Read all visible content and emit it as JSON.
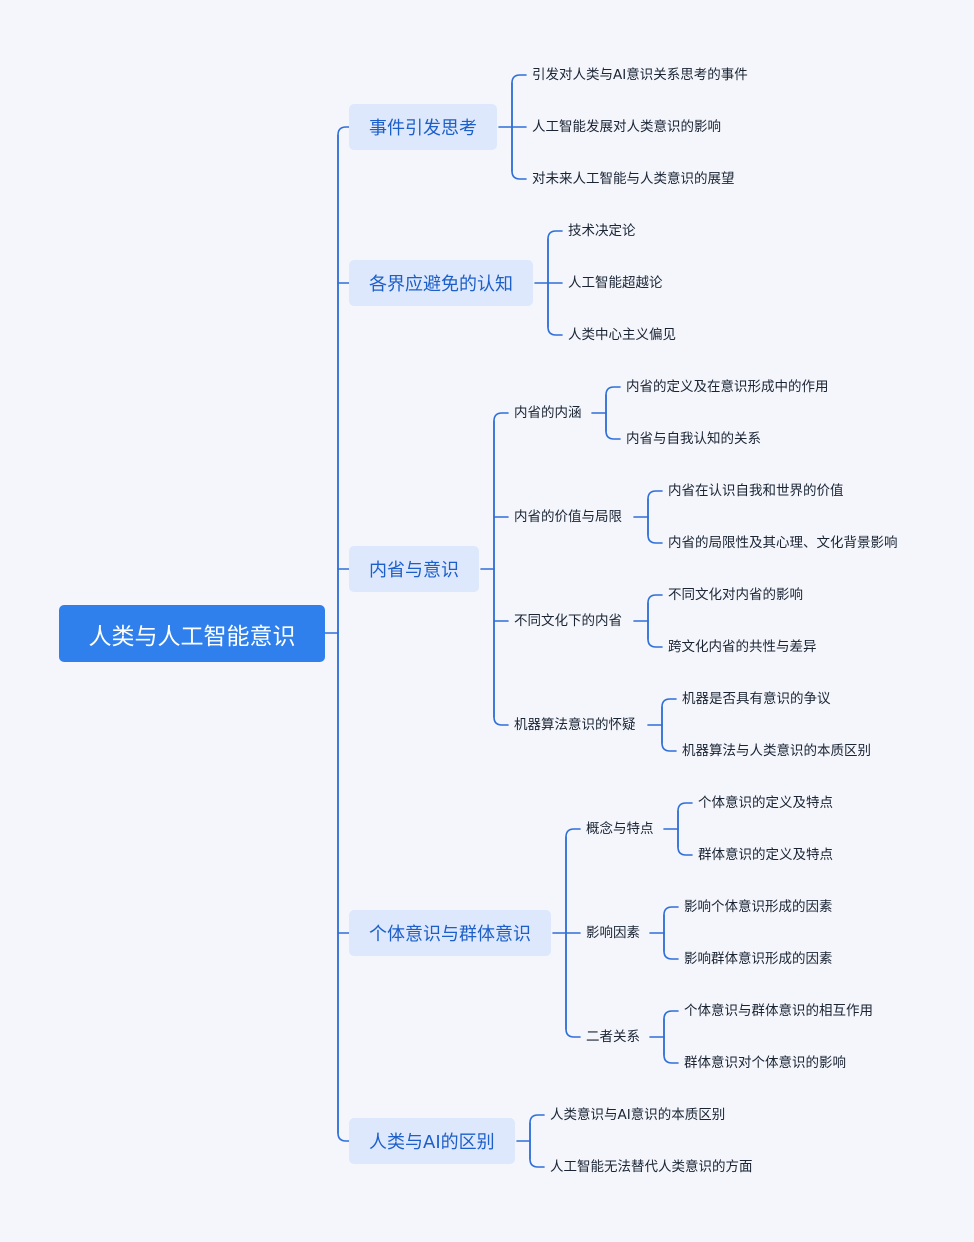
{
  "root": "人类与人工智能意识",
  "branches": [
    {
      "label": "事件引发思考",
      "children": [
        {
          "label": "引发对人类与AI意识关系思考的事件"
        },
        {
          "label": "人工智能发展对人类意识的影响"
        },
        {
          "label": "对未来人工智能与人类意识的展望"
        }
      ]
    },
    {
      "label": "各界应避免的认知",
      "children": [
        {
          "label": "技术决定论"
        },
        {
          "label": "人工智能超越论"
        },
        {
          "label": "人类中心主义偏见"
        }
      ]
    },
    {
      "label": "内省与意识",
      "children": [
        {
          "label": "内省的内涵",
          "children": [
            {
              "label": "内省的定义及在意识形成中的作用"
            },
            {
              "label": "内省与自我认知的关系"
            }
          ]
        },
        {
          "label": "内省的价值与局限",
          "children": [
            {
              "label": "内省在认识自我和世界的价值"
            },
            {
              "label": "内省的局限性及其心理、文化背景影响"
            }
          ]
        },
        {
          "label": "不同文化下的内省",
          "children": [
            {
              "label": "不同文化对内省的影响"
            },
            {
              "label": "跨文化内省的共性与差异"
            }
          ]
        },
        {
          "label": "机器算法意识的怀疑",
          "children": [
            {
              "label": "机器是否具有意识的争议"
            },
            {
              "label": "机器算法与人类意识的本质区别"
            }
          ]
        }
      ]
    },
    {
      "label": "个体意识与群体意识",
      "children": [
        {
          "label": "概念与特点",
          "children": [
            {
              "label": "个体意识的定义及特点"
            },
            {
              "label": "群体意识的定义及特点"
            }
          ]
        },
        {
          "label": "影响因素",
          "children": [
            {
              "label": "影响个体意识形成的因素"
            },
            {
              "label": "影响群体意识形成的因素"
            }
          ]
        },
        {
          "label": "二者关系",
          "children": [
            {
              "label": "个体意识与群体意识的相互作用"
            },
            {
              "label": "群体意识对个体意识的影响"
            }
          ]
        }
      ]
    },
    {
      "label": "人类与AI的区别",
      "children": [
        {
          "label": "人类意识与AI意识的本质区别"
        },
        {
          "label": "人工智能无法替代人类意识的方面"
        }
      ]
    }
  ],
  "colors": {
    "line": "#2f6fd8",
    "root_bg": "#2f80ed",
    "branch_bg": "#dde8fc",
    "branch_text": "#1d5fc9",
    "leaf_text": "#1a2433"
  }
}
